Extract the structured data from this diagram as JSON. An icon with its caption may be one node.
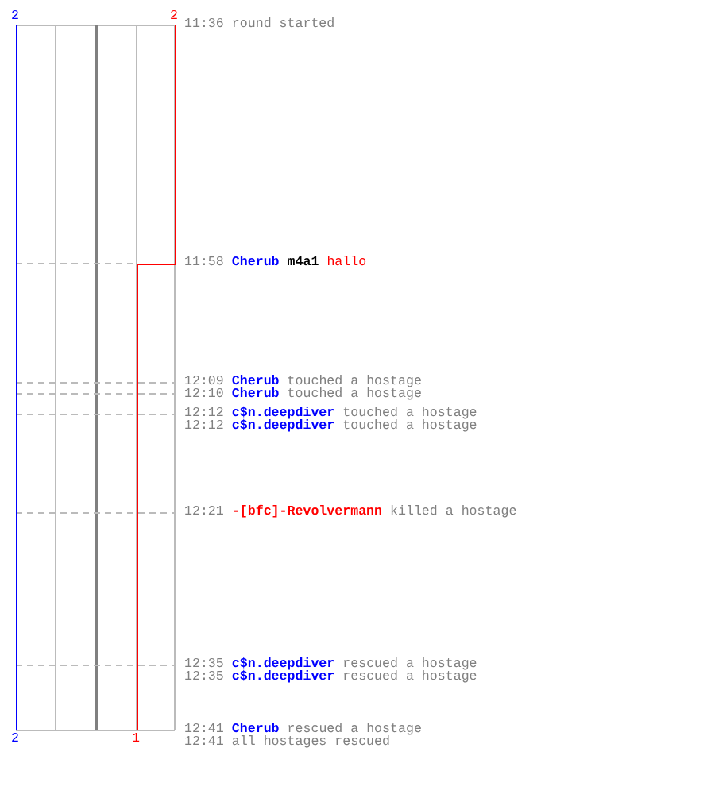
{
  "diagram": {
    "labels": [
      "2",
      "2",
      "11:36",
      "round started",
      "11:58",
      "Cherub",
      "m4a1",
      "hallo",
      "12:09",
      "Cherub",
      "touched a hostage",
      "12:10",
      "Cherub",
      "touched a hostage",
      "12:12",
      "c$n.deepdiver",
      "touched a hostage",
      "12:12",
      "c$n.deepdiver",
      "touched a hostage",
      "12:21",
      "-[bfc]-Revolvermann",
      "killed a hostage",
      "12:35",
      "c$n.deepdiver",
      "rescued a hostage",
      "12:35",
      "c$n.deepdiver",
      "rescued a hostage",
      "12:41",
      "Cherub",
      "rescued a hostage",
      "12:41",
      "all hostages rescued",
      "2",
      "1"
    ]
  }
}
